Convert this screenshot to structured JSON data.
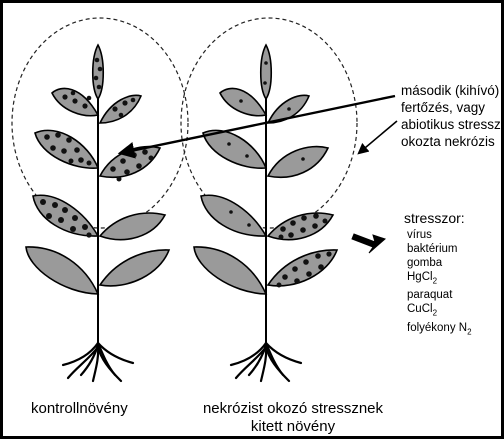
{
  "captions": {
    "control": "kontrollnövény",
    "treated_line1": "nekrózist okozó stressznek",
    "treated_line2": "kitett növény"
  },
  "challenge_note": {
    "lines": [
      "második (kihívó)",
      "fertőzés, vagy",
      "abiotikus stressz",
      "okozta nekrózis"
    ]
  },
  "stressor": {
    "title": "stresszor:",
    "items": [
      "vírus",
      "baktérium",
      "gomba",
      "HgCl",
      "paraquat",
      "CuCl",
      "folyékony N"
    ],
    "subscripts": [
      "",
      "",
      "",
      "2",
      "",
      "2",
      "2"
    ]
  },
  "colors": {
    "leaf_fill": "#9a9a9a",
    "lesion": "#111111",
    "stroke": "#000000"
  }
}
